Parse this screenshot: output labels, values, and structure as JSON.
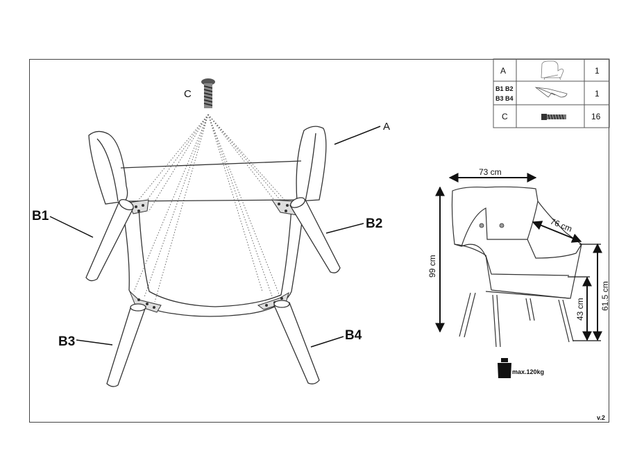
{
  "callouts": {
    "a": "A",
    "b1": "B1",
    "b2": "B2",
    "b3": "B3",
    "b4": "B4",
    "c": "C"
  },
  "parts_table": [
    {
      "code": "A",
      "qty": "1",
      "icon": "armchair-icon"
    },
    {
      "code_line1": "B1 B2",
      "code_line2": "B3 B4",
      "qty": "1",
      "icon": "leg-icon"
    },
    {
      "code": "C",
      "qty": "16",
      "icon": "screw-icon"
    }
  ],
  "dimensions": {
    "width": "73 cm",
    "depth": "76 cm",
    "height": "99 cm",
    "arm_height": "61.5 cm",
    "seat_height": "43 cm"
  },
  "max_load": "max.120kg",
  "version": "v.2"
}
